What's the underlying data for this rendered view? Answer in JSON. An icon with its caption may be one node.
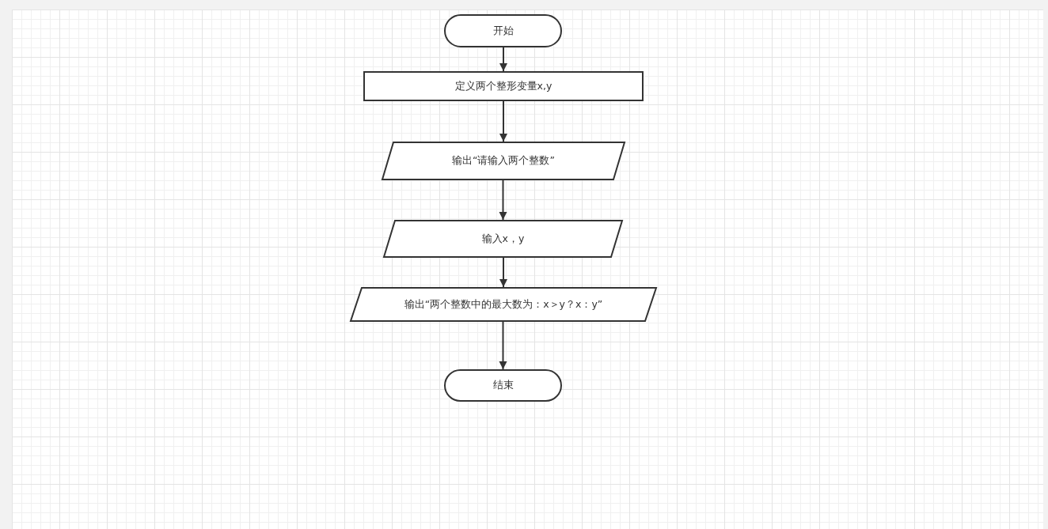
{
  "diagram": {
    "nodes": [
      {
        "text": [
          "开始"
        ]
      },
      {
        "text": [
          "定义两个整形变量x,y"
        ]
      },
      {
        "text": [
          "输出“请输入两个整数”"
        ]
      },
      {
        "text": [
          "输入x，y"
        ]
      },
      {
        "text": [
          "输出“两个整数中的最大数为：x＞y？x：y”"
        ]
      },
      {
        "text": [
          "结束"
        ]
      }
    ],
    "edges": [
      {
        "from": 0,
        "to": 1,
        "arrow": "to"
      },
      {
        "from": 1,
        "to": 2,
        "arrow": "to"
      },
      {
        "from": 2,
        "to": 3,
        "arrow": "to"
      },
      {
        "from": 3,
        "to": 4,
        "arrow": "to"
      },
      {
        "from": 4,
        "to": 5,
        "arrow": "to"
      }
    ]
  }
}
